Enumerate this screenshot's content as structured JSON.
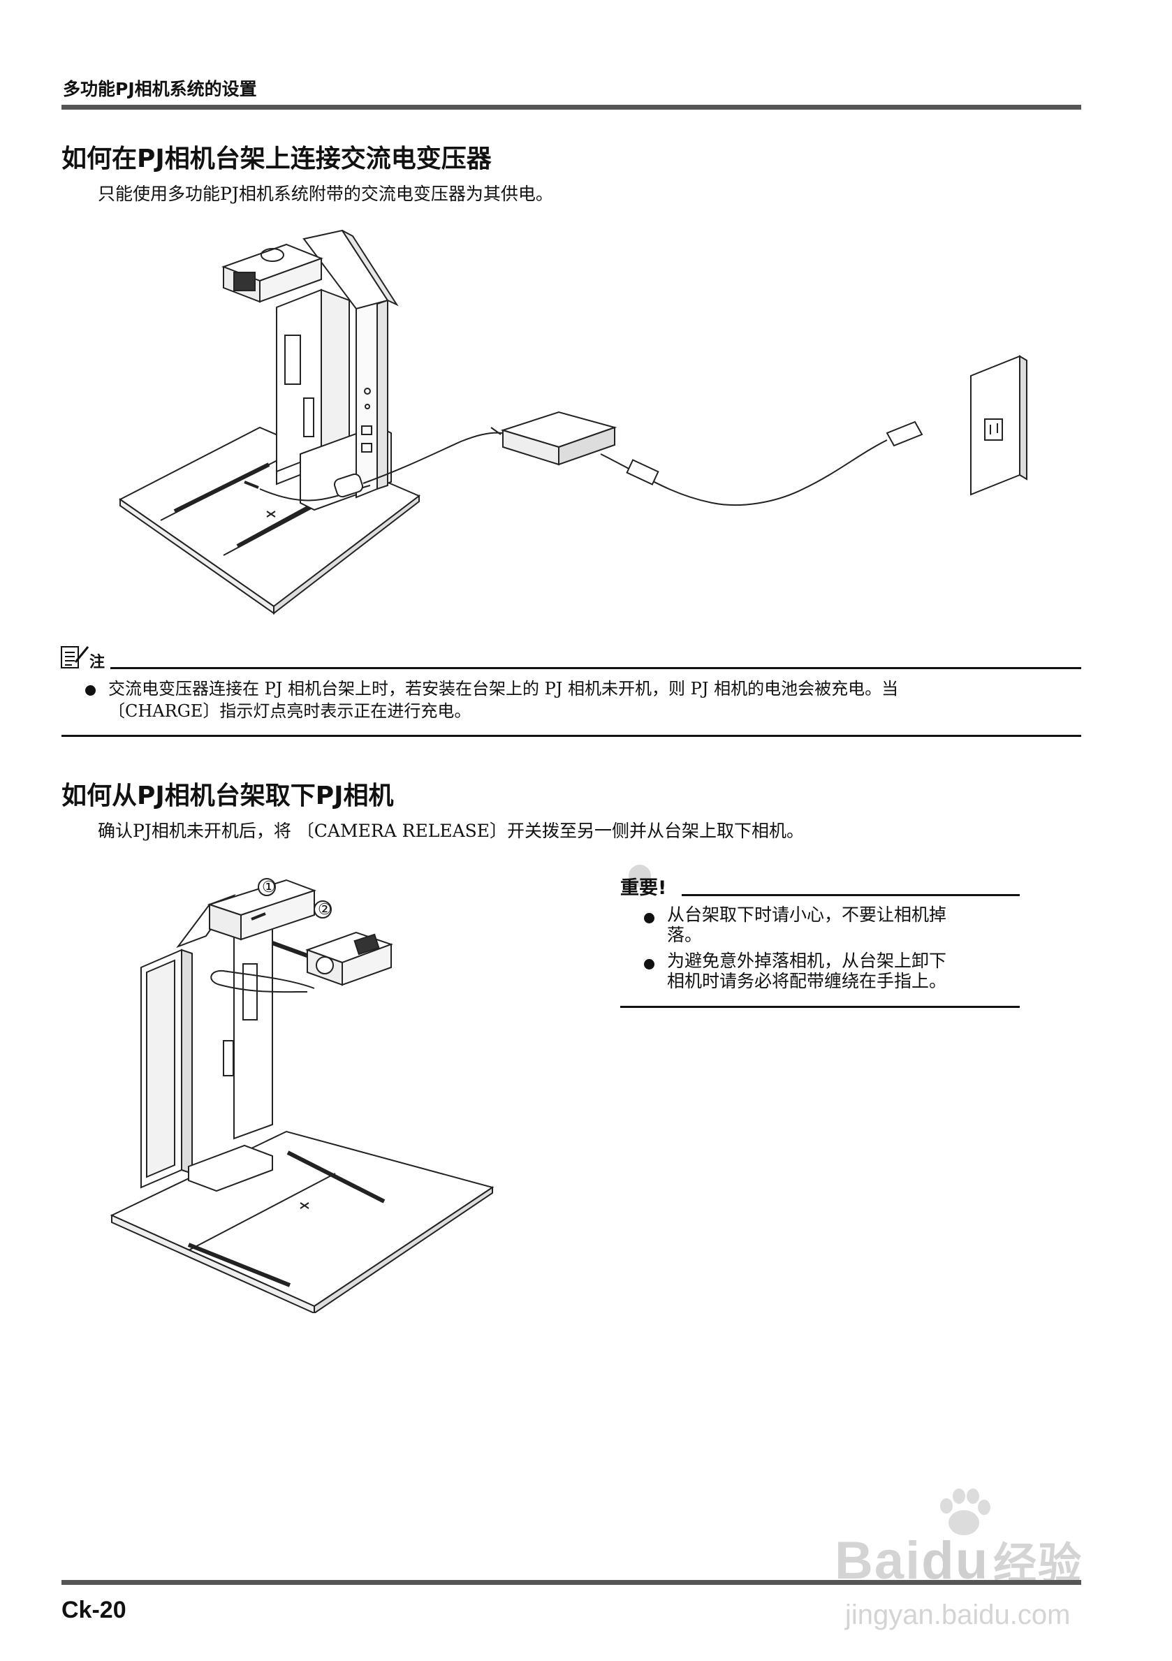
{
  "header": {
    "running_title": "多功能PJ相机系统的设置"
  },
  "section1": {
    "title": "如何在PJ相机台架上连接交流电变压器",
    "intro": "只能使用多功能PJ相机系统附带的交流电变压器为其供电。",
    "note_label": "注",
    "note_line1": "交流电变压器连接在 PJ 相机台架上时，若安装在台架上的 PJ 相机未开机，则 PJ 相机的电池会被充电。当",
    "note_line2": "〔CHARGE〕指示灯点亮时表示正在进行充电。"
  },
  "section2": {
    "title": "如何从PJ相机台架取下PJ相机",
    "intro": "确认PJ相机未开机后，将 〔CAMERA RELEASE〕开关拨至另一侧并从台架上取下相机。",
    "step1": "①",
    "step2": "②",
    "important_label": "重要!",
    "item1_line1": "从台架取下时请小心，不要让相机掉",
    "item1_line2": "落。",
    "item2_line1": "为避免意外掉落相机，从台架上卸下",
    "item2_line2": "相机时请务必将配带缠绕在手指上。"
  },
  "footer": {
    "page_number": "Ck-20"
  },
  "watermark": {
    "brand": "Bai",
    "brand2": "du",
    "brand_cn": "经验",
    "url": "jingyan.baidu.com"
  }
}
